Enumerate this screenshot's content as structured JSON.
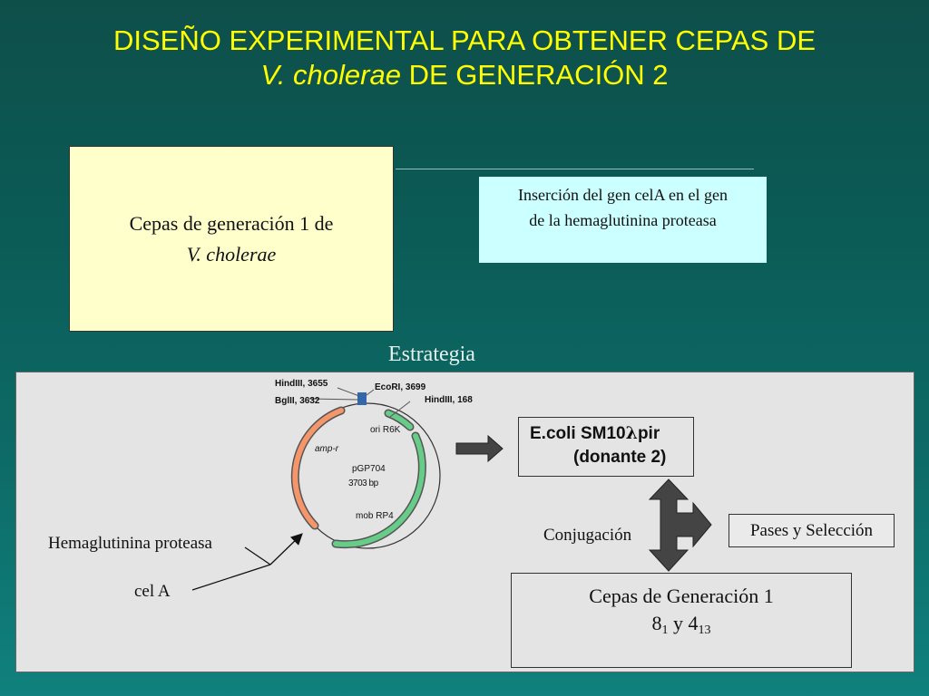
{
  "title": {
    "line1": "DISEÑO EXPERIMENTAL PARA OBTENER CEPAS  DE",
    "line2_italic": "V. cholerae",
    "line2_rest": " DE GENERACIÓN 2"
  },
  "gen1_box": {
    "line1": "Cepas de generación 1 de",
    "line2_italic": "V. cholerae"
  },
  "insertion_box": {
    "line1": "Inserción del gen celA en el gen",
    "line2": "de la hemaglutinina proteasa"
  },
  "strategy_label": "Estrategia",
  "plasmid": {
    "name": "pGP704",
    "size": "3703 bp",
    "labels": {
      "hindiii_3655": "HindIII, 3655",
      "ecori_3699": "EcoRI, 3699",
      "bglii_3632": "BglII, 3632",
      "hindiii_168": "HindIII, 168",
      "ori": "ori R6K",
      "amp": "amp-r",
      "mob": "mob RP4"
    }
  },
  "ecoli_box": {
    "line1_a": "E.coli SM10",
    "line1_lambda": "λ",
    "line1_b": "pir",
    "line2": "(donante 2)"
  },
  "conjugation_label": "Conjugación",
  "pases_box": "Pases y Selección",
  "hemaglutinina_label": "Hemaglutinina proteasa",
  "cela_label": "cel A",
  "cepas_gen1_box": {
    "line1": "Cepas de Generación 1",
    "n1": "8",
    "s1": "1",
    "mid": " y ",
    "n2": "4",
    "s2": "13"
  },
  "colors": {
    "title": "#ffff00",
    "gen1_box": "#ffffcc",
    "insertion_box": "#ccffff",
    "panel": "#e4e4e4",
    "amp_arc": "#f4956a",
    "ori_mob_arc": "#66cc88",
    "site_marker": "#3366aa",
    "arrow": "#444444"
  }
}
